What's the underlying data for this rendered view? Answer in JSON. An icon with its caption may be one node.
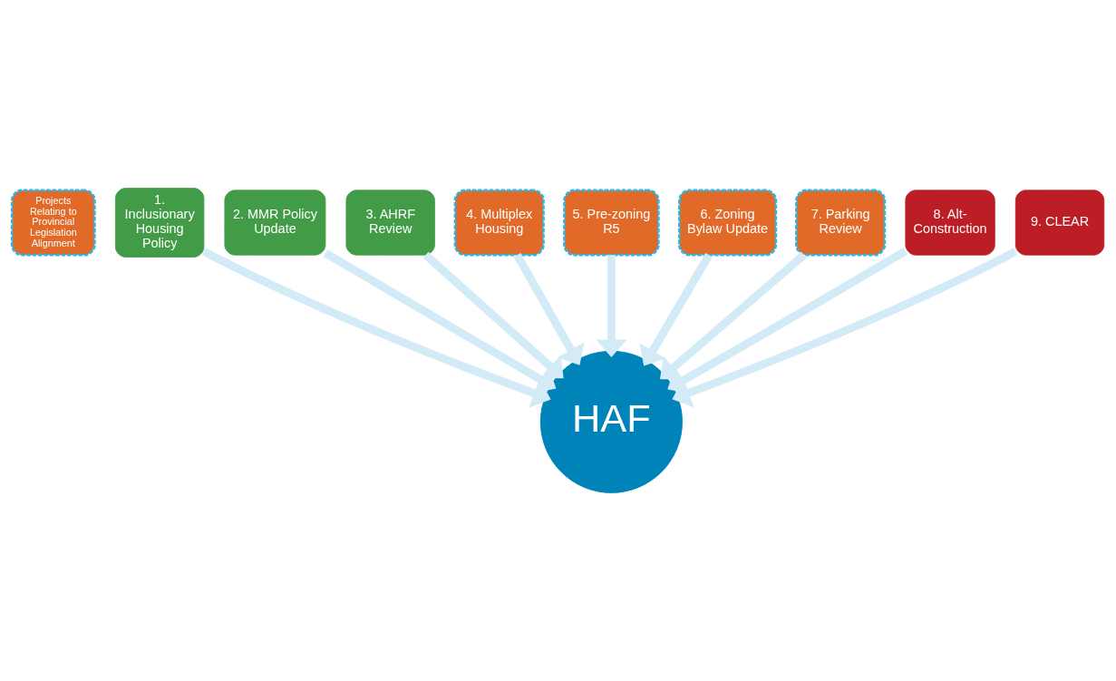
{
  "diagram": {
    "nodes": [
      {
        "text": [
          "Projects Relating to Provincial Legislation Alignment"
        ]
      },
      {
        "text": [
          "1. Inclusionary Housing Policy"
        ]
      },
      {
        "text": [
          "2. MMR Policy Update"
        ]
      },
      {
        "text": [
          "3. AHRF Review"
        ]
      },
      {
        "text": [
          "4. Multiplex Housing"
        ]
      },
      {
        "text": [
          "5. Pre-zoning R5"
        ]
      },
      {
        "text": [
          "6. Zoning Bylaw Update"
        ]
      },
      {
        "text": [
          "7. Parking Review"
        ]
      },
      {
        "text": [
          "8. Alt-Construction"
        ]
      },
      {
        "text": [
          "9. CLEAR"
        ]
      },
      {
        "text": [
          "HAF"
        ]
      }
    ],
    "edges": [
      {
        "from": 1,
        "to": 10,
        "arrow": "to"
      },
      {
        "from": 2,
        "to": 10,
        "arrow": "to"
      },
      {
        "from": 3,
        "to": 10,
        "arrow": "to"
      },
      {
        "from": 4,
        "to": 10,
        "arrow": "to"
      },
      {
        "from": 5,
        "to": 10,
        "arrow": "to"
      },
      {
        "from": 6,
        "to": 10,
        "arrow": "to"
      },
      {
        "from": 7,
        "to": 10,
        "arrow": "to"
      },
      {
        "from": 8,
        "to": 10,
        "arrow": "to"
      },
      {
        "from": 9,
        "to": 10,
        "arrow": "to"
      }
    ]
  }
}
